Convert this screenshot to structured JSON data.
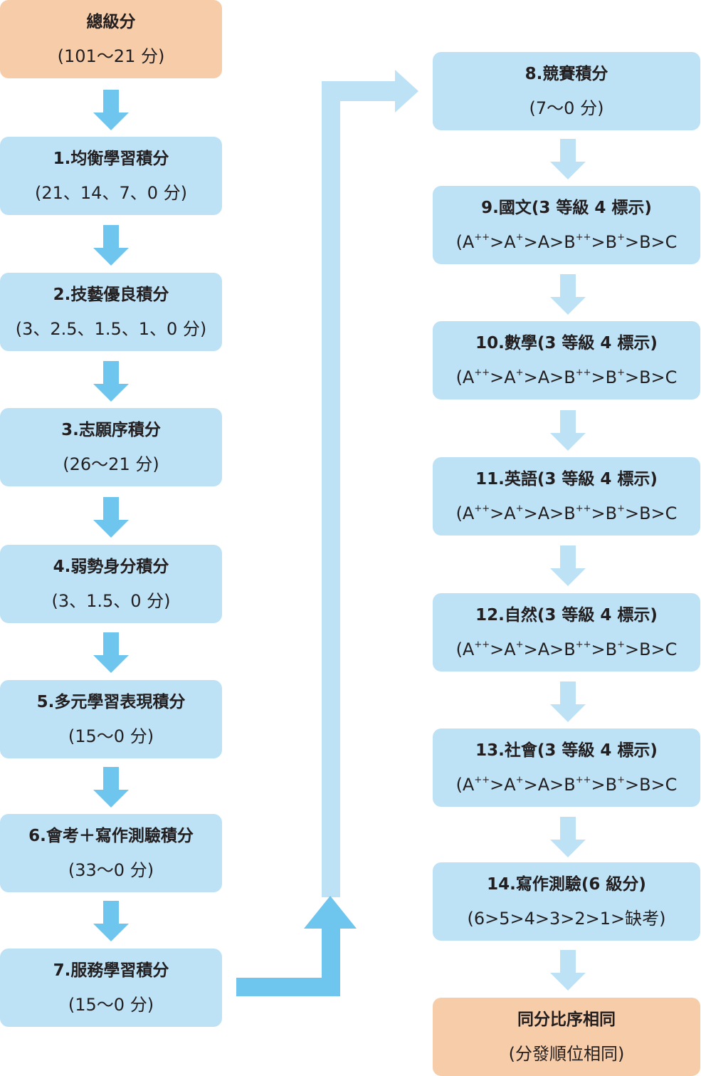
{
  "colors": {
    "box_fill": "#bde1f5",
    "highlight_fill": "#f7cca8",
    "arrow": "#6ec5ee",
    "connector_light": "#bde1f5",
    "connector_dark": "#6ec5ee",
    "text": "#231f20"
  },
  "left_column": [
    {
      "title": "總級分",
      "sub": "(101～21 分)",
      "style": "highlight"
    },
    {
      "title": "1.均衡學習積分",
      "sub": "(21、14、7、0 分)",
      "style": "normal"
    },
    {
      "title": "2.技藝優良積分",
      "sub": "(3、2.5、1.5、1、0 分)",
      "style": "normal"
    },
    {
      "title": "3.志願序積分",
      "sub": "(26～21 分)",
      "style": "normal"
    },
    {
      "title": "4.弱勢身分積分",
      "sub": "(3、1.5、0 分)",
      "style": "normal"
    },
    {
      "title": "5.多元學習表現積分",
      "sub": "(15～0 分)",
      "style": "normal"
    },
    {
      "title": "6.會考＋寫作測驗積分",
      "sub": "(33～0 分)",
      "style": "normal"
    },
    {
      "title": "7.服務學習積分",
      "sub": "(15～0 分)",
      "style": "normal"
    }
  ],
  "right_column": [
    {
      "title": "8.競賽積分",
      "sub": "(7～0 分)",
      "style": "normal"
    },
    {
      "title": "9.國文(3 等級 4 標示)",
      "sub_parts": [
        "(A",
        "++",
        ">A",
        "+",
        ">A>B",
        "++",
        ">B",
        "+",
        ">B>C"
      ],
      "style": "normal"
    },
    {
      "title": "10.數學(3 等級 4 標示)",
      "sub_parts": [
        "(A",
        "++",
        ">A",
        "+",
        ">A>B",
        "++",
        ">B",
        "+",
        ">B>C"
      ],
      "style": "normal"
    },
    {
      "title": "11.英語(3 等級 4 標示)",
      "sub_parts": [
        "(A",
        "++",
        ">A",
        "+",
        ">A>B",
        "++",
        ">B",
        "+",
        ">B>C"
      ],
      "style": "normal"
    },
    {
      "title": "12.自然(3 等級 4 標示)",
      "sub_parts": [
        "(A",
        "++",
        ">A",
        "+",
        ">A>B",
        "++",
        ">B",
        "+",
        ">B>C"
      ],
      "style": "normal"
    },
    {
      "title": "13.社會(3 等級 4 標示)",
      "sub_parts": [
        "(A",
        "++",
        ">A",
        "+",
        ">A>B",
        "++",
        ">B",
        "+",
        ">B>C"
      ],
      "style": "normal"
    },
    {
      "title": "14.寫作測驗(6 級分)",
      "sub": "(6>5>4>3>2>1>缺考)",
      "style": "normal"
    },
    {
      "title": "同分比序相同",
      "sub": "(分發順位相同)",
      "style": "highlight"
    }
  ]
}
